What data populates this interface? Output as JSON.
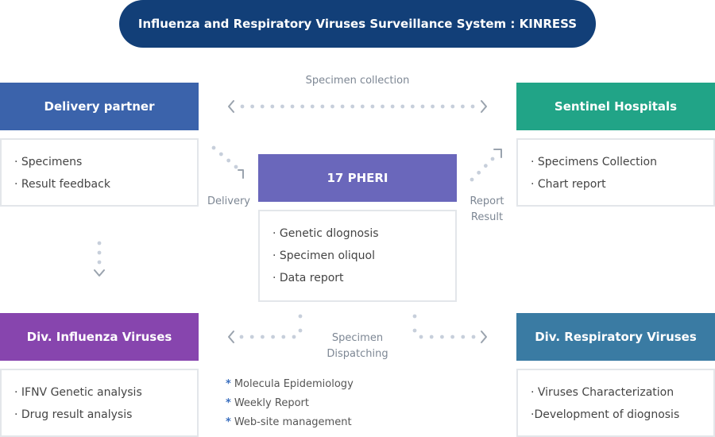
{
  "title": "Influenza and Respiratory Viruses Surveillance System : KINRESS",
  "colors": {
    "title": "#123f78",
    "delivery_partner": "#3b63ab",
    "sentinel_hospitals": "#21a487",
    "pheri": "#6a67bb",
    "influenza": "#8745ae",
    "respiratory": "#3a7ba3",
    "dots": "#c7cfdb",
    "chevron": "#9aa3ae",
    "star": "#3a6fbf"
  },
  "nodes": {
    "delivery_partner": {
      "label": "Delivery partner",
      "items": [
        "· Specimens",
        "· Result feedback"
      ]
    },
    "sentinel_hospitals": {
      "label": "Sentinel Hospitals",
      "items": [
        "· Specimens Collection",
        "· Chart report"
      ]
    },
    "pheri": {
      "label": "17 PHERI",
      "items": [
        "· Genetic dlognosis",
        "· Specimen oliquol",
        "· Data report"
      ]
    },
    "influenza": {
      "label": "Div. Influenza Viruses",
      "items": [
        "· IFNV Genetic analysis",
        "· Drug result analysis"
      ]
    },
    "respiratory": {
      "label": "Div. Respiratory Viruses",
      "items": [
        "· Viruses Characterization",
        "·Development of diognosis"
      ]
    }
  },
  "edges": {
    "specimen_collection": "Specimen collection",
    "delivery": "Delivery",
    "report_result": [
      "Report",
      "Result"
    ],
    "specimen_dispatching": [
      "Specimen",
      "Dispatching"
    ]
  },
  "notes": [
    "Molecula Epidemiology",
    "Weekly Report",
    "Web-site management"
  ]
}
